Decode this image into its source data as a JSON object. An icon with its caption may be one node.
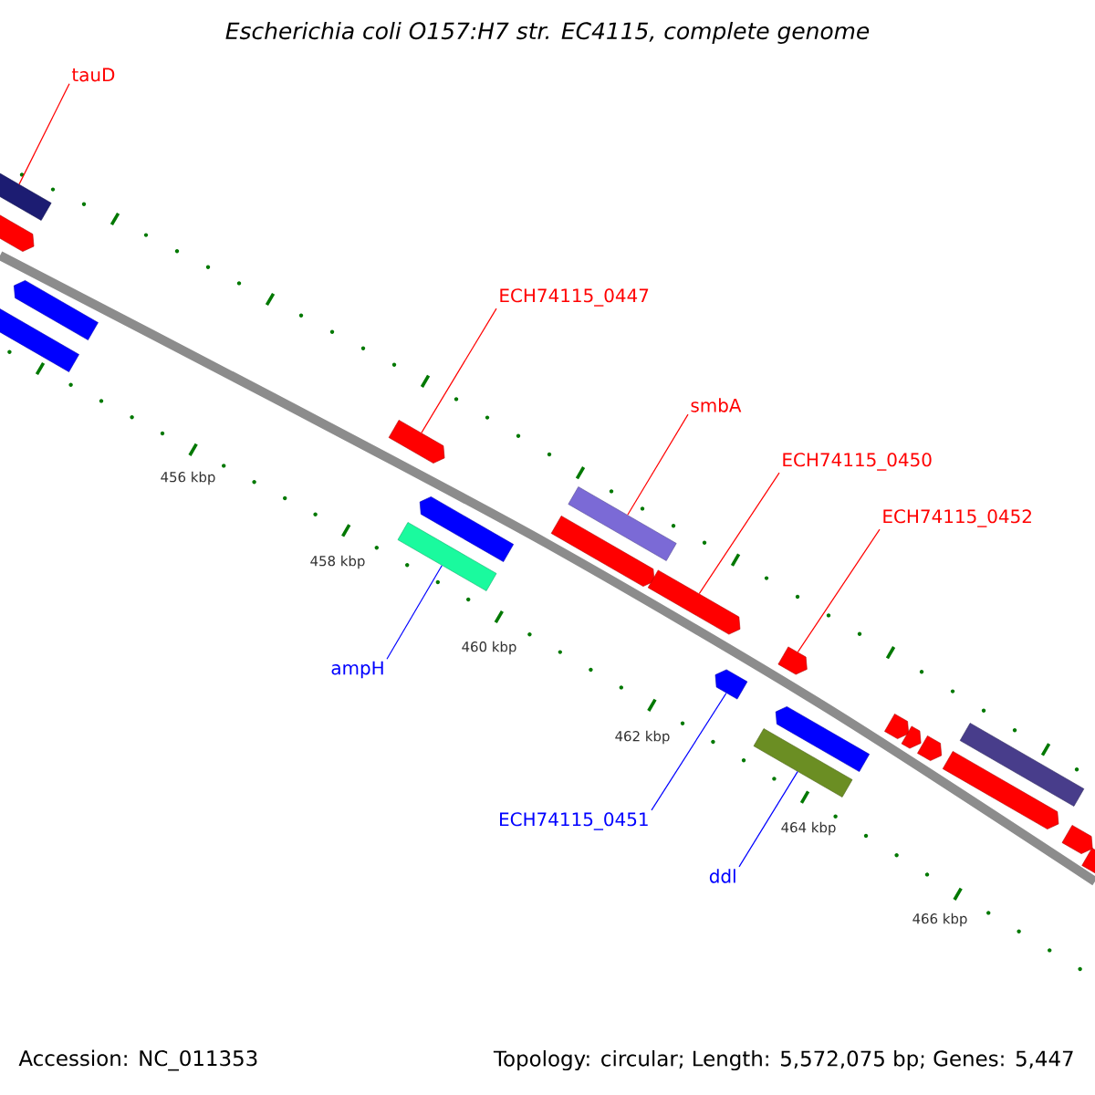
{
  "diagram": {
    "title": "*Escherichia coli* O157:H7 str. EC4115, complete genome",
    "nodes": [
      {
        "text": [
          "tauD"
        ]
      },
      {
        "text": [
          "ECH74115_0447"
        ]
      },
      {
        "text": [
          "smbA"
        ]
      },
      {
        "text": [
          "ECH74115_0450"
        ]
      },
      {
        "text": [
          "ECH74115_0452"
        ]
      },
      {
        "text": [
          "ampH"
        ]
      },
      {
        "text": [
          "ECH74115_0451"
        ]
      },
      {
        "text": [
          "ddl"
        ]
      },
      {
        "text": [],
        "shape": "pentagon"
      },
      {
        "text": [],
        "shape": "bar"
      },
      {
        "text": [],
        "shape": "bar"
      },
      {
        "text": [],
        "shape": "pentagon"
      },
      {
        "text": [],
        "shape": "pentagon"
      },
      {
        "text": [],
        "shape": "bar"
      },
      {
        "text": [],
        "shape": "pentagon"
      },
      {
        "text": [],
        "shape": "pentagon"
      },
      {
        "text": [],
        "shape": "bar"
      },
      {
        "text": [],
        "shape": "pentagon"
      },
      {
        "text": [],
        "shape": "pentagon"
      },
      {
        "text": [],
        "shape": "pentagon"
      },
      {
        "text": [],
        "shape": "bar"
      },
      {
        "text": [],
        "shape": "pentagon"
      },
      {
        "text": [],
        "shape": "pentagon"
      },
      {
        "text": [],
        "shape": "pentagon"
      },
      {
        "text": [],
        "shape": "pentagon"
      },
      {
        "text": [],
        "shape": "pentagon"
      },
      {
        "text": [],
        "shape": "bar"
      },
      {
        "text": [],
        "shape": "pentagon"
      },
      {
        "text": [],
        "shape": "pentagon"
      }
    ],
    "edges": [
      {
        "from": 0,
        "to": 9,
        "arrow": "none",
        "color": "#ff0000"
      },
      {
        "from": 1,
        "to": 12,
        "arrow": "none",
        "color": "#ff0000"
      },
      {
        "from": 5,
        "to": 13,
        "arrow": "none",
        "color": "#0000ff"
      },
      {
        "from": 2,
        "to": 16,
        "arrow": "none",
        "color": "#ff0000"
      },
      {
        "from": 3,
        "to": 17,
        "arrow": "none",
        "color": "#ff0000"
      },
      {
        "from": 6,
        "to": 18,
        "arrow": "none",
        "color": "#0000ff"
      },
      {
        "from": 4,
        "to": 19,
        "arrow": "none",
        "color": "#ff0000"
      },
      {
        "from": 7,
        "to": 20,
        "arrow": "none",
        "color": "#0000ff"
      }
    ],
    "labels": [
      "456 kbp",
      "458 kbp",
      "460 kbp",
      "462 kbp",
      "464 kbp",
      "466 kbp",
      "Accession: NC_011353",
      "Topology: circular; Length: 5,572,075 bp; Genes: 5,447"
    ]
  }
}
